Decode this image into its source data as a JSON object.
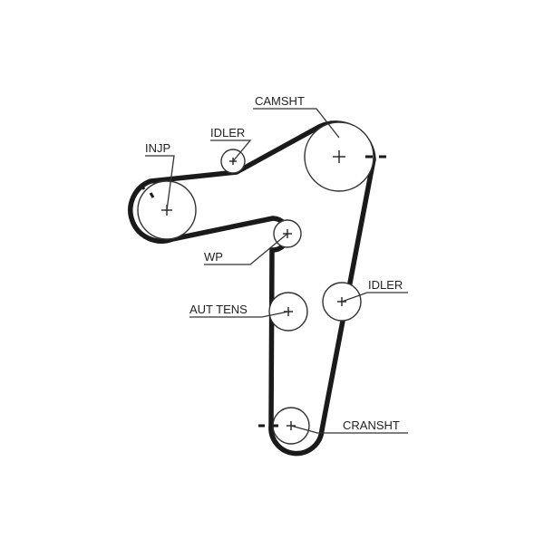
{
  "diagram": {
    "labels": {
      "camshaft": "CAMSHT",
      "idler_top": "IDLER",
      "injection_pump": "INJP",
      "water_pump": "WP",
      "auto_tensioner": "AUT TENS",
      "idler_right": "IDLER",
      "crankshaft": "CRANSHT"
    },
    "colors": {
      "belt": "#1a1a1a",
      "line": "#333333",
      "text": "#222222",
      "background": "#ffffff"
    }
  }
}
